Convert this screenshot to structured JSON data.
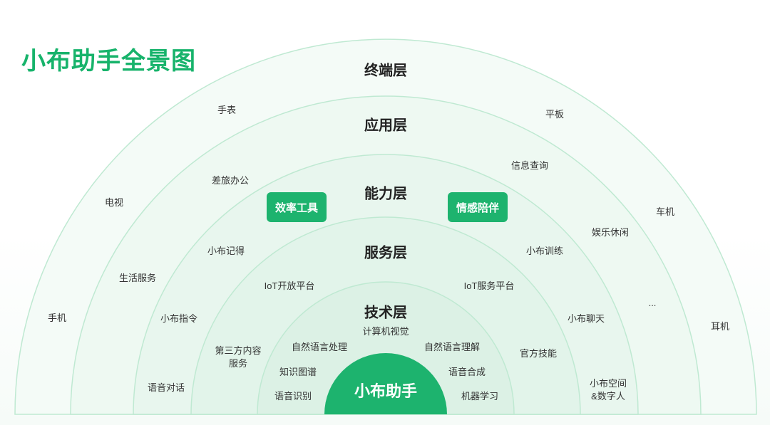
{
  "title": "小布助手全景图",
  "colors": {
    "accent": "#17b36b",
    "core": "#1db36e",
    "ring": "#b9e7cf"
  },
  "layers": {
    "terminal": "终端层",
    "application": "应用层",
    "capability": "能力层",
    "service": "服务层",
    "technology": "技术层"
  },
  "core": "小布助手",
  "terminal_items": {
    "watch": "手表",
    "tablet": "平板",
    "tv": "电视",
    "car": "车机",
    "ellipsis": "...",
    "phone": "手机",
    "earphone": "耳机"
  },
  "application_items": {
    "business_travel": "差旅办公",
    "info_query": "信息查询",
    "entertainment": "娱乐休闲",
    "life_service": "生活服务",
    "voice_dialog": "语音对话",
    "space_digital": "小布空间\n&数字人"
  },
  "capability_items": {
    "efficiency": "效率工具",
    "emotion": "情感陪伴",
    "memo": "小布记得",
    "training": "小布训练",
    "command": "小布指令",
    "chat": "小布聊天"
  },
  "service_items": {
    "iot_open": "IoT开放平台",
    "iot_service": "IoT服务平台",
    "third_party": "第三方内容\n服务",
    "official_skill": "官方技能"
  },
  "technology_items": {
    "cv": "计算机视觉",
    "nlp": "自然语言处理",
    "nlu": "自然语言理解",
    "kg": "知识图谱",
    "tts": "语音合成",
    "asr": "语音识别",
    "ml": "机器学习"
  }
}
